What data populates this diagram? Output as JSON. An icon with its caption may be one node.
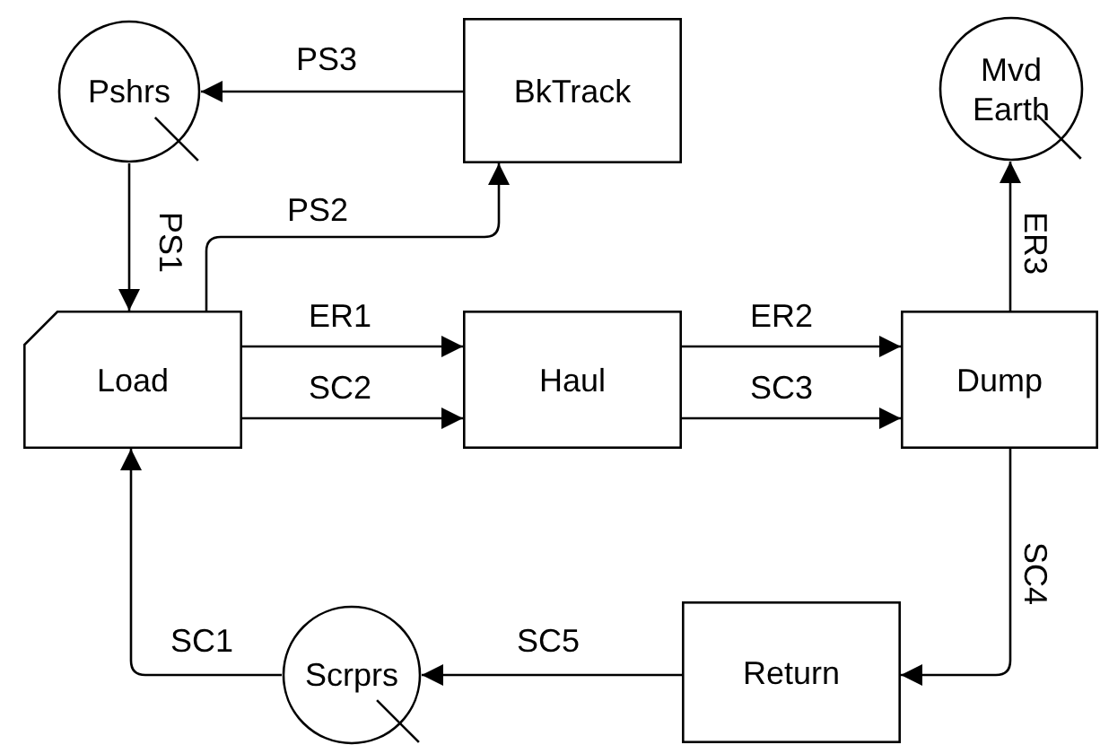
{
  "diagram": {
    "nodes": [
      {
        "text": [
          "Pshrs"
        ]
      },
      {
        "text": [
          "BkTrack"
        ]
      },
      {
        "text": [
          "Mvd Earth"
        ]
      },
      {
        "text": [
          "Load"
        ]
      },
      {
        "text": [
          "Haul"
        ]
      },
      {
        "text": [
          "Dump"
        ]
      },
      {
        "text": [
          "Scrprs"
        ]
      },
      {
        "text": [
          "Return"
        ]
      }
    ],
    "edges": [
      {
        "from": 0,
        "to": 3,
        "arrow": "to",
        "label": "PS1"
      },
      {
        "from": 3,
        "to": 1,
        "arrow": "to",
        "label": "PS2"
      },
      {
        "from": 1,
        "to": 0,
        "arrow": "to",
        "label": "PS3"
      },
      {
        "from": 3,
        "to": 4,
        "arrow": "to",
        "label": "ER1"
      },
      {
        "from": 3,
        "to": 4,
        "arrow": "to",
        "label": "SC2"
      },
      {
        "from": 4,
        "to": 5,
        "arrow": "to",
        "label": "ER2"
      },
      {
        "from": 4,
        "to": 5,
        "arrow": "to",
        "label": "SC3"
      },
      {
        "from": 5,
        "to": 2,
        "arrow": "to",
        "label": "ER3"
      },
      {
        "from": 5,
        "to": 7,
        "arrow": "to",
        "label": "SC4"
      },
      {
        "from": 7,
        "to": 6,
        "arrow": "to",
        "label": "SC5"
      },
      {
        "from": 6,
        "to": 3,
        "arrow": "to",
        "label": "SC1"
      }
    ]
  }
}
